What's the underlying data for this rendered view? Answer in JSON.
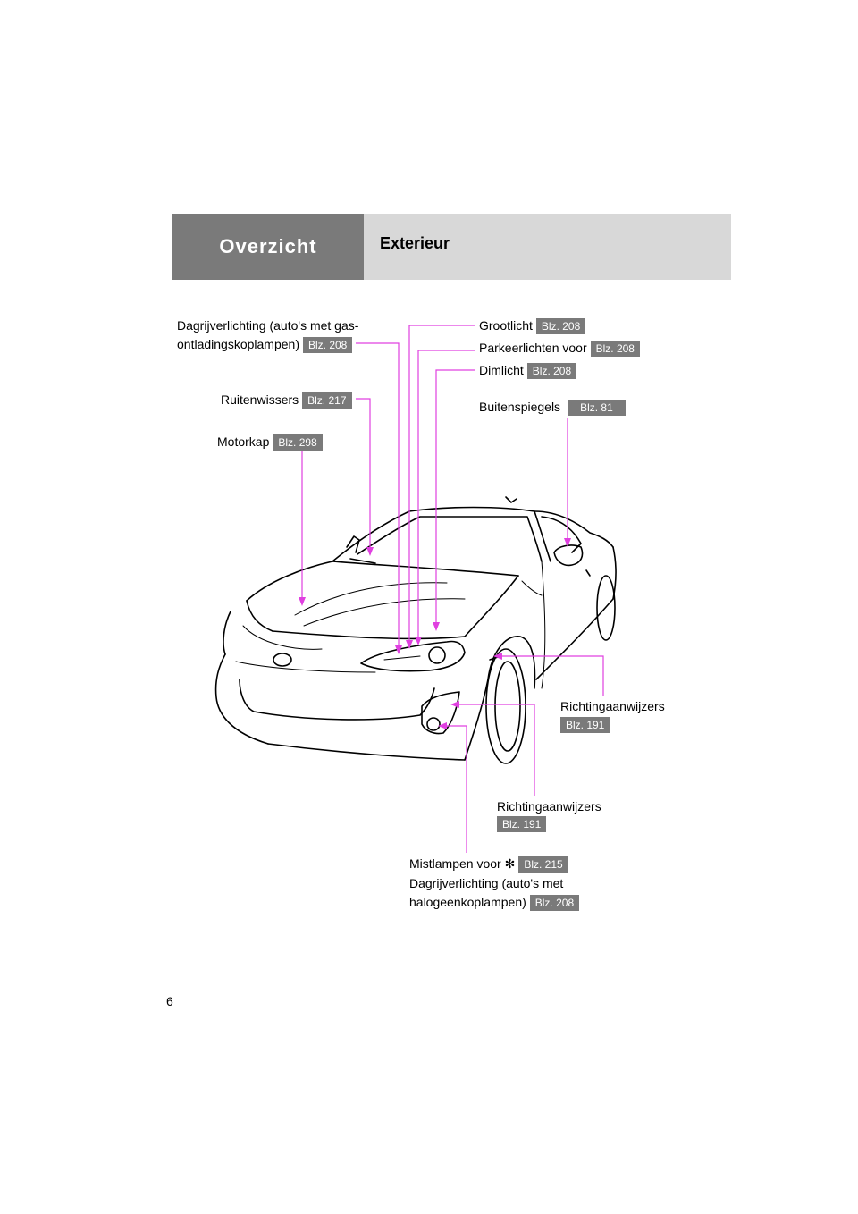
{
  "header": {
    "section": "Overzicht",
    "title": "Exterieur"
  },
  "labels": {
    "drl_gas_line1": "Dagrijverlichting (auto's met gas-",
    "drl_gas_line2": "ontladingskoplampen)",
    "drl_gas_page": "Blz. 208",
    "grootlicht": "Grootlicht",
    "grootlicht_page": "Blz. 208",
    "parkeer": "Parkeerlichten voor",
    "parkeer_page": "Blz. 208",
    "dimlicht": "Dimlicht",
    "dimlicht_page": "Blz. 208",
    "ruitenwissers": "Ruitenwissers",
    "ruitenwissers_page": "Blz. 217",
    "buitenspiegels": "Buitenspiegels",
    "buitenspiegels_page": "Blz. 81",
    "motorkap": "Motorkap",
    "motorkap_page": "Blz. 298",
    "richting_right": "Richtingaanwijzers",
    "richting_right_page": "Blz. 191",
    "richting_center": "Richtingaanwijzers",
    "richting_center_page": "Blz. 191",
    "mist": "Mistlampen voor",
    "mist_star": "✻",
    "mist_page": "Blz. 215",
    "drl_halo_line1": "Dagrijverlichting (auto's met",
    "drl_halo_line2": "halogeenkoplampen)",
    "drl_halo_page": "Blz. 208"
  },
  "page_number": "6"
}
